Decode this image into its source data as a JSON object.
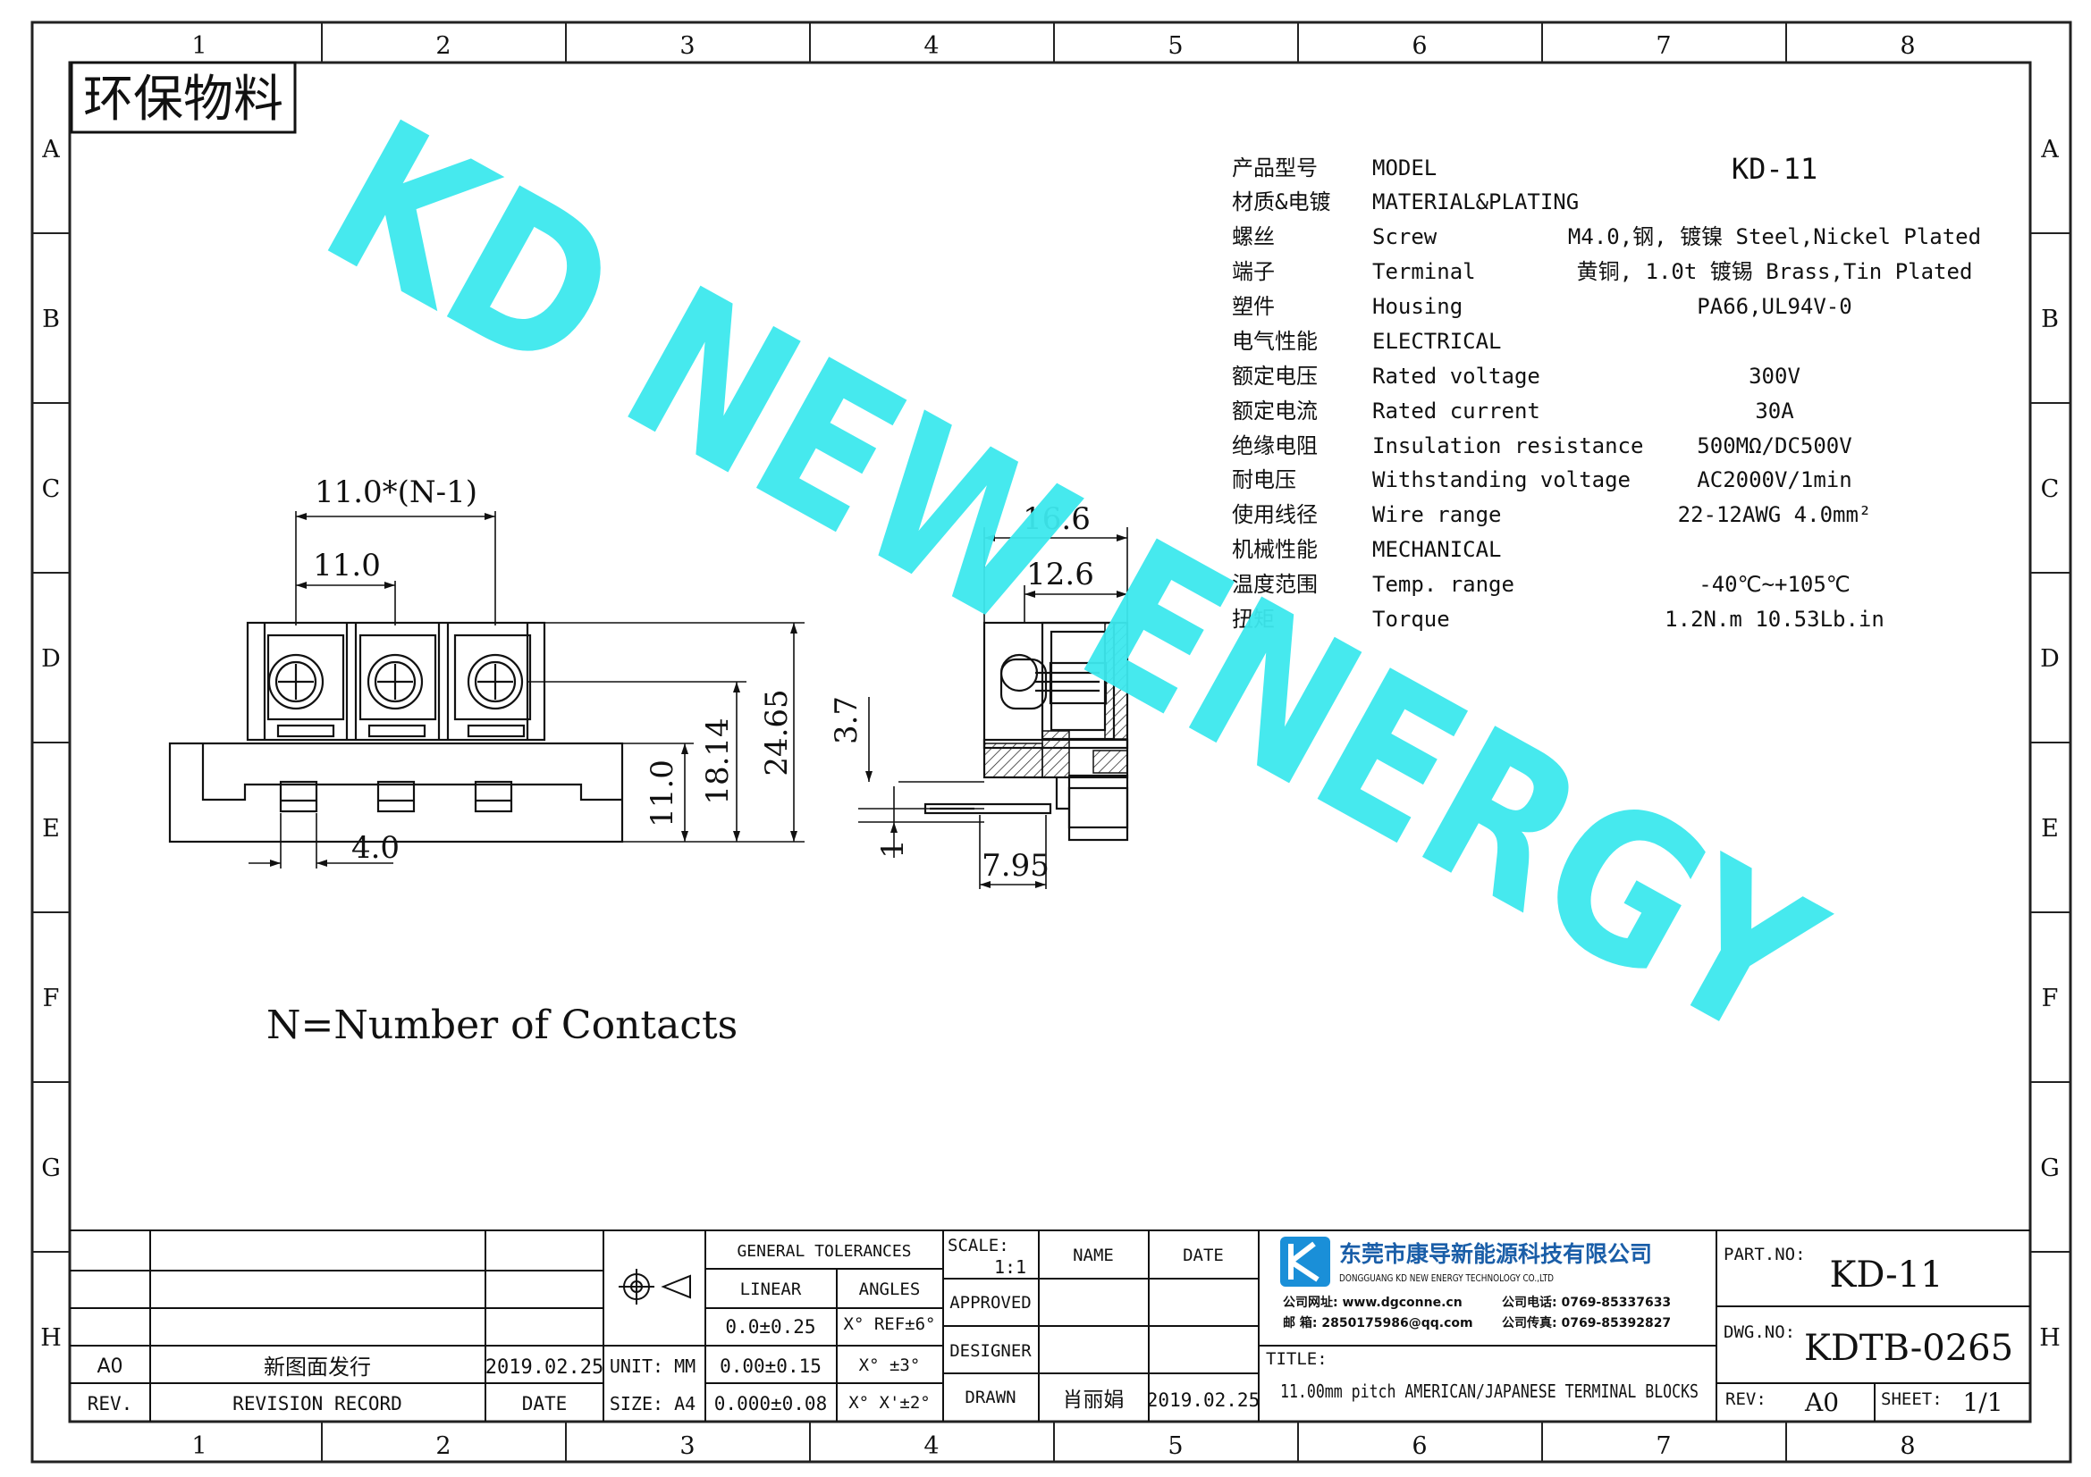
{
  "border": {
    "columns": [
      "1",
      "2",
      "3",
      "4",
      "5",
      "6",
      "7",
      "8"
    ],
    "rows": [
      "A",
      "B",
      "C",
      "D",
      "E",
      "F",
      "G",
      "H"
    ]
  },
  "stamp": "环保物料",
  "watermark": "KD NEW ENERGY",
  "specs": [
    {
      "cn": "产品型号",
      "en": "MODEL",
      "val": "KD-11"
    },
    {
      "cn": "材质&电镀",
      "en": "MATERIAL&PLATING",
      "val": ""
    },
    {
      "cn": "螺丝",
      "en": "Screw",
      "val": "M4.0,钢, 镀镍 Steel,Nickel Plated"
    },
    {
      "cn": "端子",
      "en": "Terminal",
      "val": "黄铜, 1.0t 镀锡 Brass,Tin Plated"
    },
    {
      "cn": "塑件",
      "en": "Housing",
      "val": "PA66,UL94V-0"
    },
    {
      "cn": "电气性能",
      "en": "ELECTRICAL",
      "val": ""
    },
    {
      "cn": "额定电压",
      "en": "Rated voltage",
      "val": "300V"
    },
    {
      "cn": "额定电流",
      "en": "Rated current",
      "val": "30A"
    },
    {
      "cn": "绝缘电阻",
      "en": "Insulation resistance",
      "val": "500MΩ/DC500V"
    },
    {
      "cn": "耐电压",
      "en": "Withstanding voltage",
      "val": "AC2000V/1min"
    },
    {
      "cn": "使用线径",
      "en": "Wire range",
      "val": "22-12AWG 4.0mm²"
    },
    {
      "cn": "机械性能",
      "en": "MECHANICAL",
      "val": ""
    },
    {
      "cn": "温度范围",
      "en": "Temp. range",
      "val": "-40℃~+105℃"
    },
    {
      "cn": "扭矩",
      "en": "Torque",
      "val": "1.2N.m  10.53Lb.in"
    }
  ],
  "dims": {
    "pitch_n": "11.0*(N-1)",
    "pitch": "11.0",
    "height_total": "24.65",
    "height_mid": "18.14",
    "height_low": "11.0",
    "foot": "4.0",
    "width_outer": "16.6",
    "width_inner": "12.6",
    "side_h": "3.7",
    "side_t": "1",
    "side_w": "7.95"
  },
  "note": "N=Number of Contacts",
  "title_block": {
    "general_tolerances": "GENERAL TOLERANCES",
    "linear": "LINEAR",
    "angles": "ANGLES",
    "tol_rows": [
      {
        "lin": "0.0±0.25",
        "ang": "X° REF±6°"
      },
      {
        "lin": "0.00±0.15",
        "ang": "X°  ±3°"
      },
      {
        "lin": "0.000±0.08",
        "ang": "X° X'±2°"
      }
    ],
    "unit": "UNIT: MM",
    "size": "SIZE: A4",
    "scale_label": "SCALE:",
    "scale_value": "1:1",
    "name": "NAME",
    "date": "DATE",
    "approved": "APPROVED",
    "designer": "DESIGNER",
    "drawn": "DRAWN",
    "drawn_name": "肖丽娟",
    "drawn_date": "2019.02.25",
    "rev_code": "A0",
    "rev_desc": "新图面发行",
    "rev_date": "2019.02.25",
    "rev_label": "REV.",
    "revision_record": "REVISION RECORD",
    "date_label": "DATE",
    "company_cn": "东莞市康导新能源科技有限公司",
    "company_en": "DONGGUANG KD NEW ENERGY TECHNOLOGY CO.,LTD",
    "website": "公司网址: www.dgconne.cn",
    "phone": "公司电话: 0769-85337633",
    "email": "邮    箱: 2850175986@qq.com",
    "fax": "公司传真: 0769-85392827",
    "title_label": "TITLE:",
    "title_value": "11.00mm pitch AMERICAN/JAPANESE TERMINAL BLOCKS",
    "part_no_label": "PART.NO:",
    "part_no": "KD-11",
    "dwg_no_label": "DWG.NO:",
    "dwg_no": "KDTB-0265",
    "rev_field": "REV:",
    "rev_value": "A0",
    "sheet_label": "SHEET:",
    "sheet_value": "1/1"
  }
}
